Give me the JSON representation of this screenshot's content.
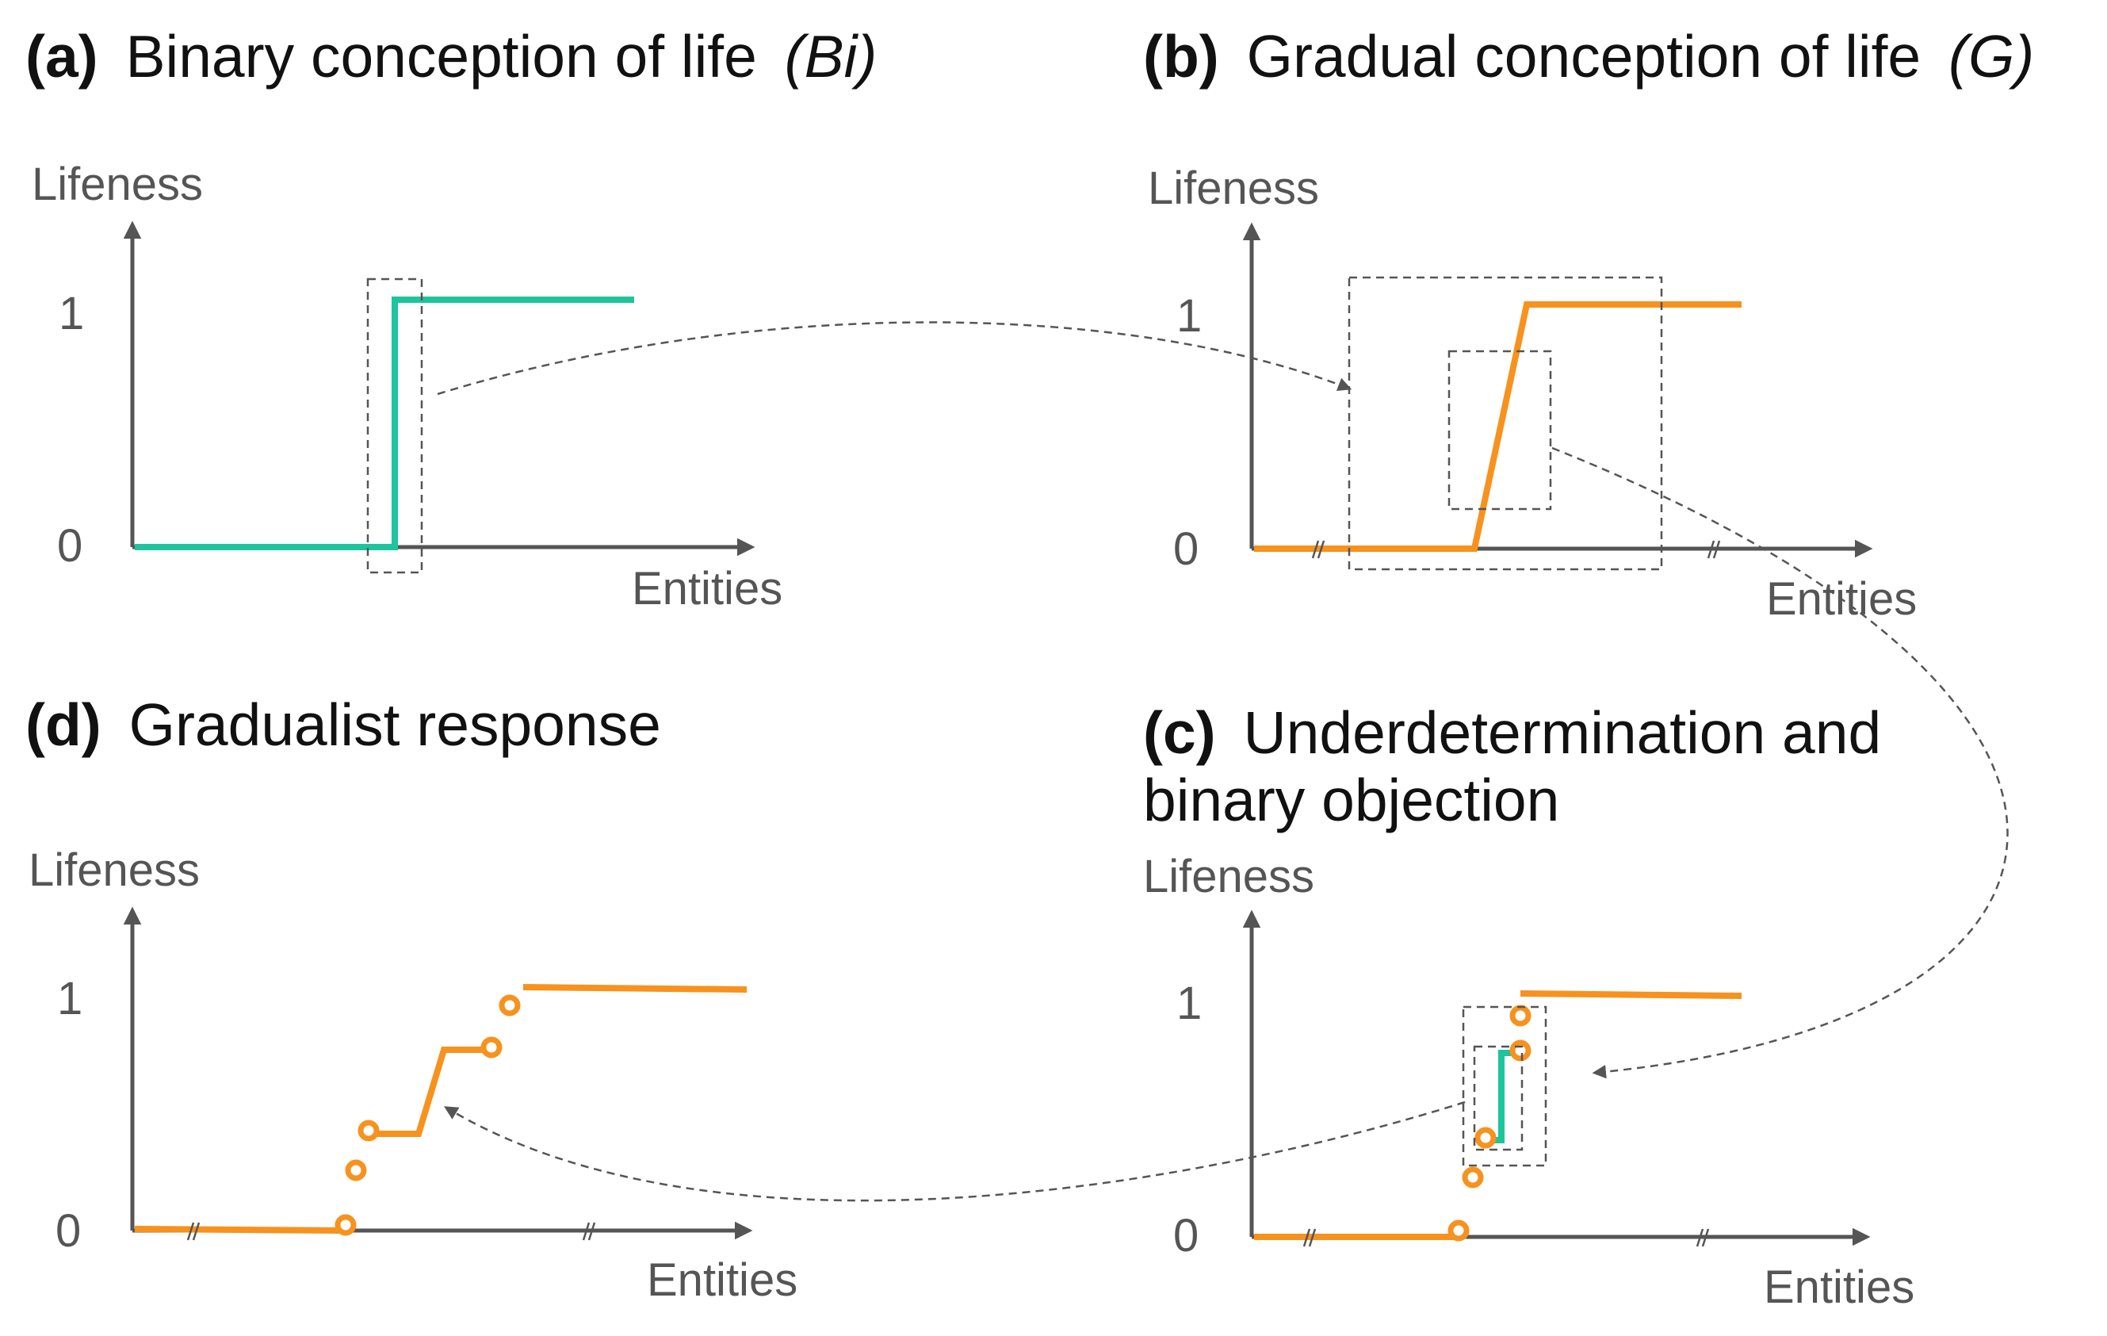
{
  "colors": {
    "teal": "#1ec49c",
    "orange": "#f7921e",
    "axis": "#555555",
    "dash": "#555555"
  },
  "panels": {
    "a": {
      "letter": "(a)",
      "title": "Binary conception of life",
      "abbr": "(Bi)",
      "ylabel": "Lifeness",
      "xlabel": "Entities",
      "tick1": "1",
      "tick0": "0"
    },
    "b": {
      "letter": "(b)",
      "title": "Gradual conception of life",
      "abbr": "(G)",
      "ylabel": "Lifeness",
      "xlabel": "Entities",
      "tick1": "1",
      "tick0": "0"
    },
    "c": {
      "letter": "(c)",
      "title_line1": "Underdetermination and",
      "title_line2": "binary objection",
      "ylabel": "Lifeness",
      "xlabel": "Entities",
      "tick1": "1",
      "tick0": "0"
    },
    "d": {
      "letter": "(d)",
      "title": "Gradualist response",
      "ylabel": "Lifeness",
      "xlabel": "Entities",
      "tick1": "1",
      "tick0": "0"
    }
  }
}
